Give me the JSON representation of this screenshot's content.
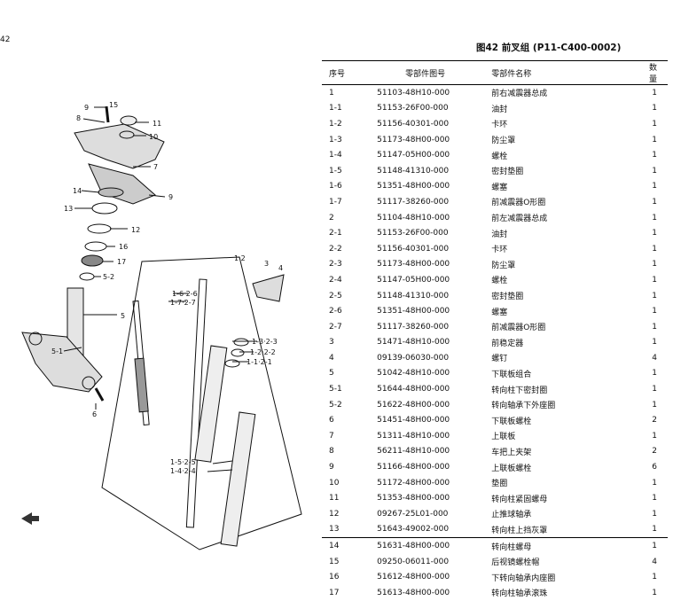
{
  "page": {
    "number": "42"
  },
  "title": "图42 前叉组 (P11-C400-0002)",
  "table": {
    "headers": {
      "seq": "序号",
      "code": "零部件图号",
      "name": "零部件名称",
      "qty": "数量"
    },
    "rows": [
      {
        "seq": "1",
        "code": "51103-48H10-000",
        "name": "前右减震器总成",
        "qty": "1"
      },
      {
        "seq": "1-1",
        "code": "51153-26F00-000",
        "name": "油封",
        "qty": "1"
      },
      {
        "seq": "1-2",
        "code": "51156-40301-000",
        "name": "卡环",
        "qty": "1"
      },
      {
        "seq": "1-3",
        "code": "51173-48H00-000",
        "name": "防尘罩",
        "qty": "1"
      },
      {
        "seq": "1-4",
        "code": "51147-05H00-000",
        "name": "螺栓",
        "qty": "1"
      },
      {
        "seq": "1-5",
        "code": "51148-41310-000",
        "name": "密封垫圈",
        "qty": "1"
      },
      {
        "seq": "1-6",
        "code": "51351-48H00-000",
        "name": "螺塞",
        "qty": "1"
      },
      {
        "seq": "1-7",
        "code": "51117-38260-000",
        "name": "前减震器O形圈",
        "qty": "1"
      },
      {
        "seq": "2",
        "code": "51104-48H10-000",
        "name": "前左减震器总成",
        "qty": "1"
      },
      {
        "seq": "2-1",
        "code": "51153-26F00-000",
        "name": "油封",
        "qty": "1"
      },
      {
        "seq": "2-2",
        "code": "51156-40301-000",
        "name": "卡环",
        "qty": "1"
      },
      {
        "seq": "2-3",
        "code": "51173-48H00-000",
        "name": "防尘罩",
        "qty": "1"
      },
      {
        "seq": "2-4",
        "code": "51147-05H00-000",
        "name": "螺栓",
        "qty": "1"
      },
      {
        "seq": "2-5",
        "code": "51148-41310-000",
        "name": "密封垫圈",
        "qty": "1"
      },
      {
        "seq": "2-6",
        "code": "51351-48H00-000",
        "name": "螺塞",
        "qty": "1"
      },
      {
        "seq": "2-7",
        "code": "51117-38260-000",
        "name": "前减震器O形圈",
        "qty": "1"
      },
      {
        "seq": "3",
        "code": "51471-48H10-000",
        "name": "前稳定器",
        "qty": "1"
      },
      {
        "seq": "4",
        "code": "09139-06030-000",
        "name": "螺钉",
        "qty": "4"
      },
      {
        "seq": "5",
        "code": "51042-48H10-000",
        "name": "下联板组合",
        "qty": "1"
      },
      {
        "seq": "5-1",
        "code": "51644-48H00-000",
        "name": "转向柱下密封圈",
        "qty": "1"
      },
      {
        "seq": "5-2",
        "code": "51622-48H00-000",
        "name": "转向轴承下外座圈",
        "qty": "1"
      },
      {
        "seq": "6",
        "code": "51451-48H00-000",
        "name": "下联板螺栓",
        "qty": "2"
      },
      {
        "seq": "7",
        "code": "51311-48H10-000",
        "name": "上联板",
        "qty": "1"
      },
      {
        "seq": "8",
        "code": "56211-48H10-000",
        "name": "车把上夹架",
        "qty": "2"
      },
      {
        "seq": "9",
        "code": "51166-48H00-000",
        "name": "上联板螺栓",
        "qty": "6"
      },
      {
        "seq": "10",
        "code": "51172-48H00-000",
        "name": "垫圈",
        "qty": "1"
      },
      {
        "seq": "11",
        "code": "51353-48H00-000",
        "name": "转向柱紧固螺母",
        "qty": "1"
      },
      {
        "seq": "12",
        "code": "09267-25L01-000",
        "name": "止推球轴承",
        "qty": "1"
      },
      {
        "seq": "13",
        "code": "51643-49002-000",
        "name": "转向柱上挡灰罩",
        "qty": "1"
      },
      {
        "seq": "14",
        "code": "51631-48H00-000",
        "name": "转向柱螺母",
        "qty": "1"
      },
      {
        "seq": "15",
        "code": "09250-06011-000",
        "name": "后视镜螺栓帽",
        "qty": "4"
      },
      {
        "seq": "16",
        "code": "51612-48H00-000",
        "name": "下转向轴承内座圈",
        "qty": "1"
      },
      {
        "seq": "17",
        "code": "51613-48H00-000",
        "name": "转向柱轴承滚珠",
        "qty": "1"
      }
    ]
  },
  "diagram": {
    "callouts": {
      "c9a": "9",
      "c15": "15",
      "c8": "8",
      "c11": "11",
      "c10": "10",
      "c7": "7",
      "c14": "14",
      "c9b": "9",
      "c13": "13",
      "c12": "12",
      "c16": "16",
      "c17": "17",
      "c52": "5-2",
      "c5": "5",
      "c51": "5-1",
      "c6": "6",
      "c12pair": "1·2",
      "c3": "3",
      "c4": "4",
      "c1626": "1-6·2-6",
      "c1727": "1-7·2-7",
      "c1323": "1-3·2-3",
      "c1222": "1-2·2-2",
      "c1121": "1-1·2-1",
      "c1525": "1-5·2-5",
      "c1424": "1-4·2-4"
    }
  }
}
